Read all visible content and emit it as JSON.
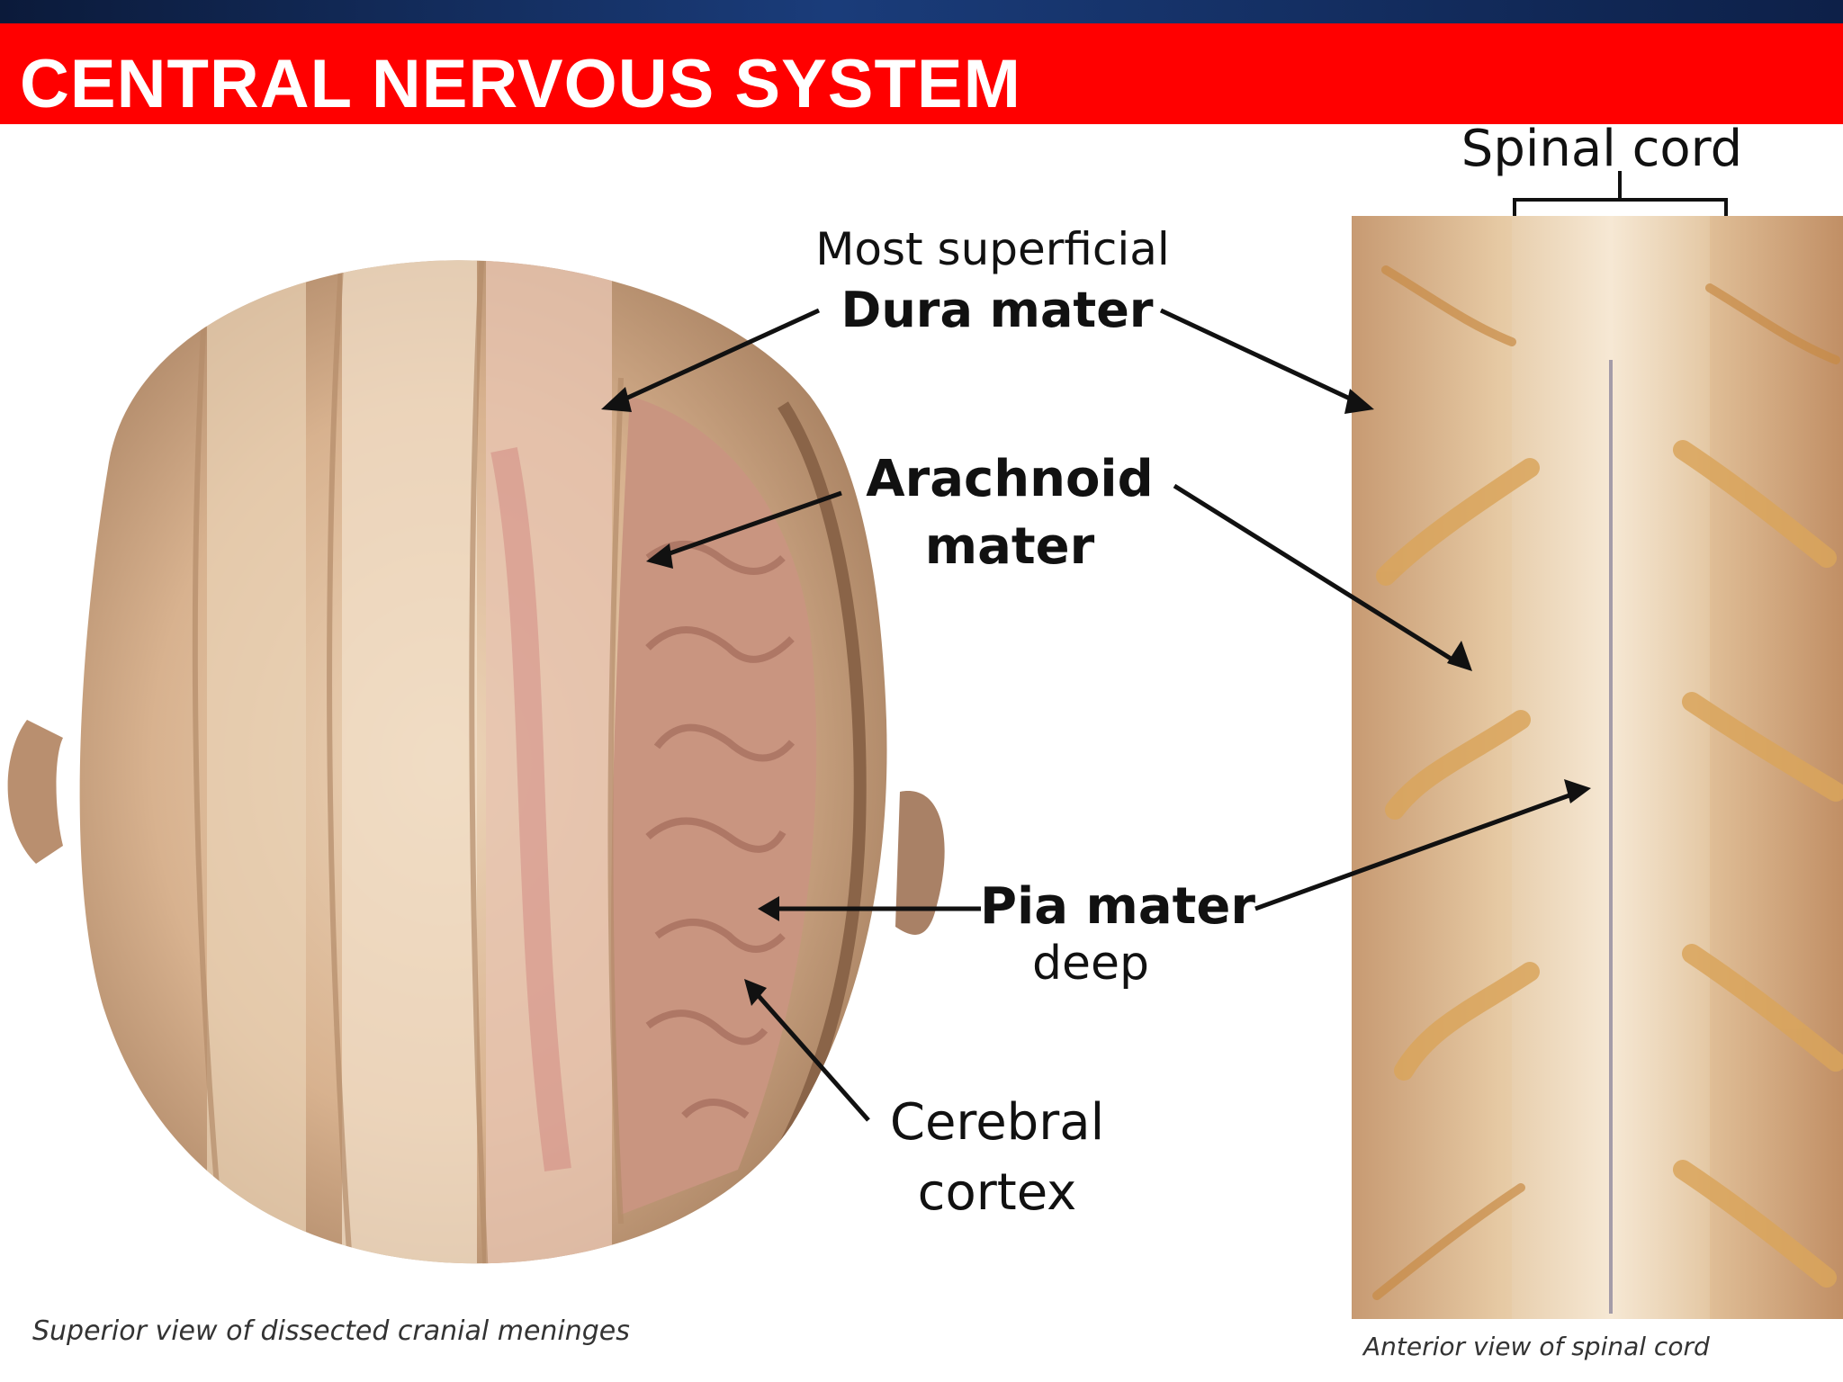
{
  "slide": {
    "title": "CENTRAL NERVOUS SYSTEM",
    "colors": {
      "title_bar": "#ff0000",
      "title_text": "#ffffff",
      "top_strip": "#0b1a3a"
    }
  },
  "labels": {
    "spinal_cord": "Spinal cord",
    "most_superficial": "Most superficial",
    "dura_mater": "Dura mater",
    "arachnoid_line1": "Arachnoid",
    "arachnoid_line2": "mater",
    "pia_mater": "Pia mater",
    "deep": "deep",
    "cerebral_line1": "Cerebral",
    "cerebral_line2": "cortex"
  },
  "captions": {
    "left": "Superior view of dissected cranial meninges",
    "right": "Anterior view of spinal cord"
  }
}
